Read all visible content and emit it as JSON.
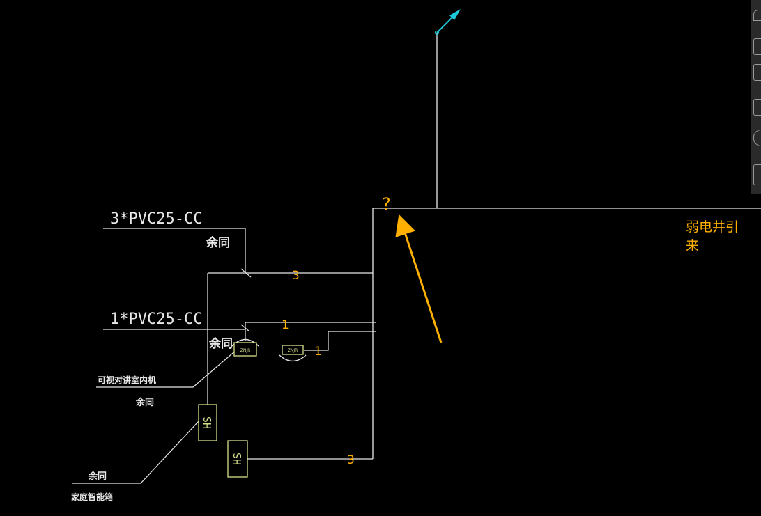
{
  "labels": {
    "pipe_a": "3*PVC25-CC",
    "pipe_b": "1*PVC25-CC",
    "same_a": "余同",
    "same_b": "余同",
    "same_c": "余同",
    "same_d": "余同",
    "indoor_unit": "可视对讲室内机",
    "smart_box": "家庭智能箱",
    "hs_box_1": "HS",
    "hs_box_2": "HS",
    "device_1_text": "ZNJR",
    "device_2_text": "ZNJR"
  },
  "annotations": {
    "question": "?",
    "source_line1": "弱电井引",
    "source_line2": "来",
    "count_top": "3",
    "count_mid": "1",
    "count_device": "1",
    "count_bottom": "3"
  },
  "colors": {
    "background": "#000000",
    "line": "#e8e8e8",
    "symbol": "#d8e08a",
    "annotation": "#ffb000",
    "accent": "#1ec8d8"
  },
  "toolbar": {
    "icons": [
      "person-icon",
      "layer-icon",
      "layer-icon",
      "layer-icon",
      "circle-icon",
      "panel-icon"
    ]
  }
}
